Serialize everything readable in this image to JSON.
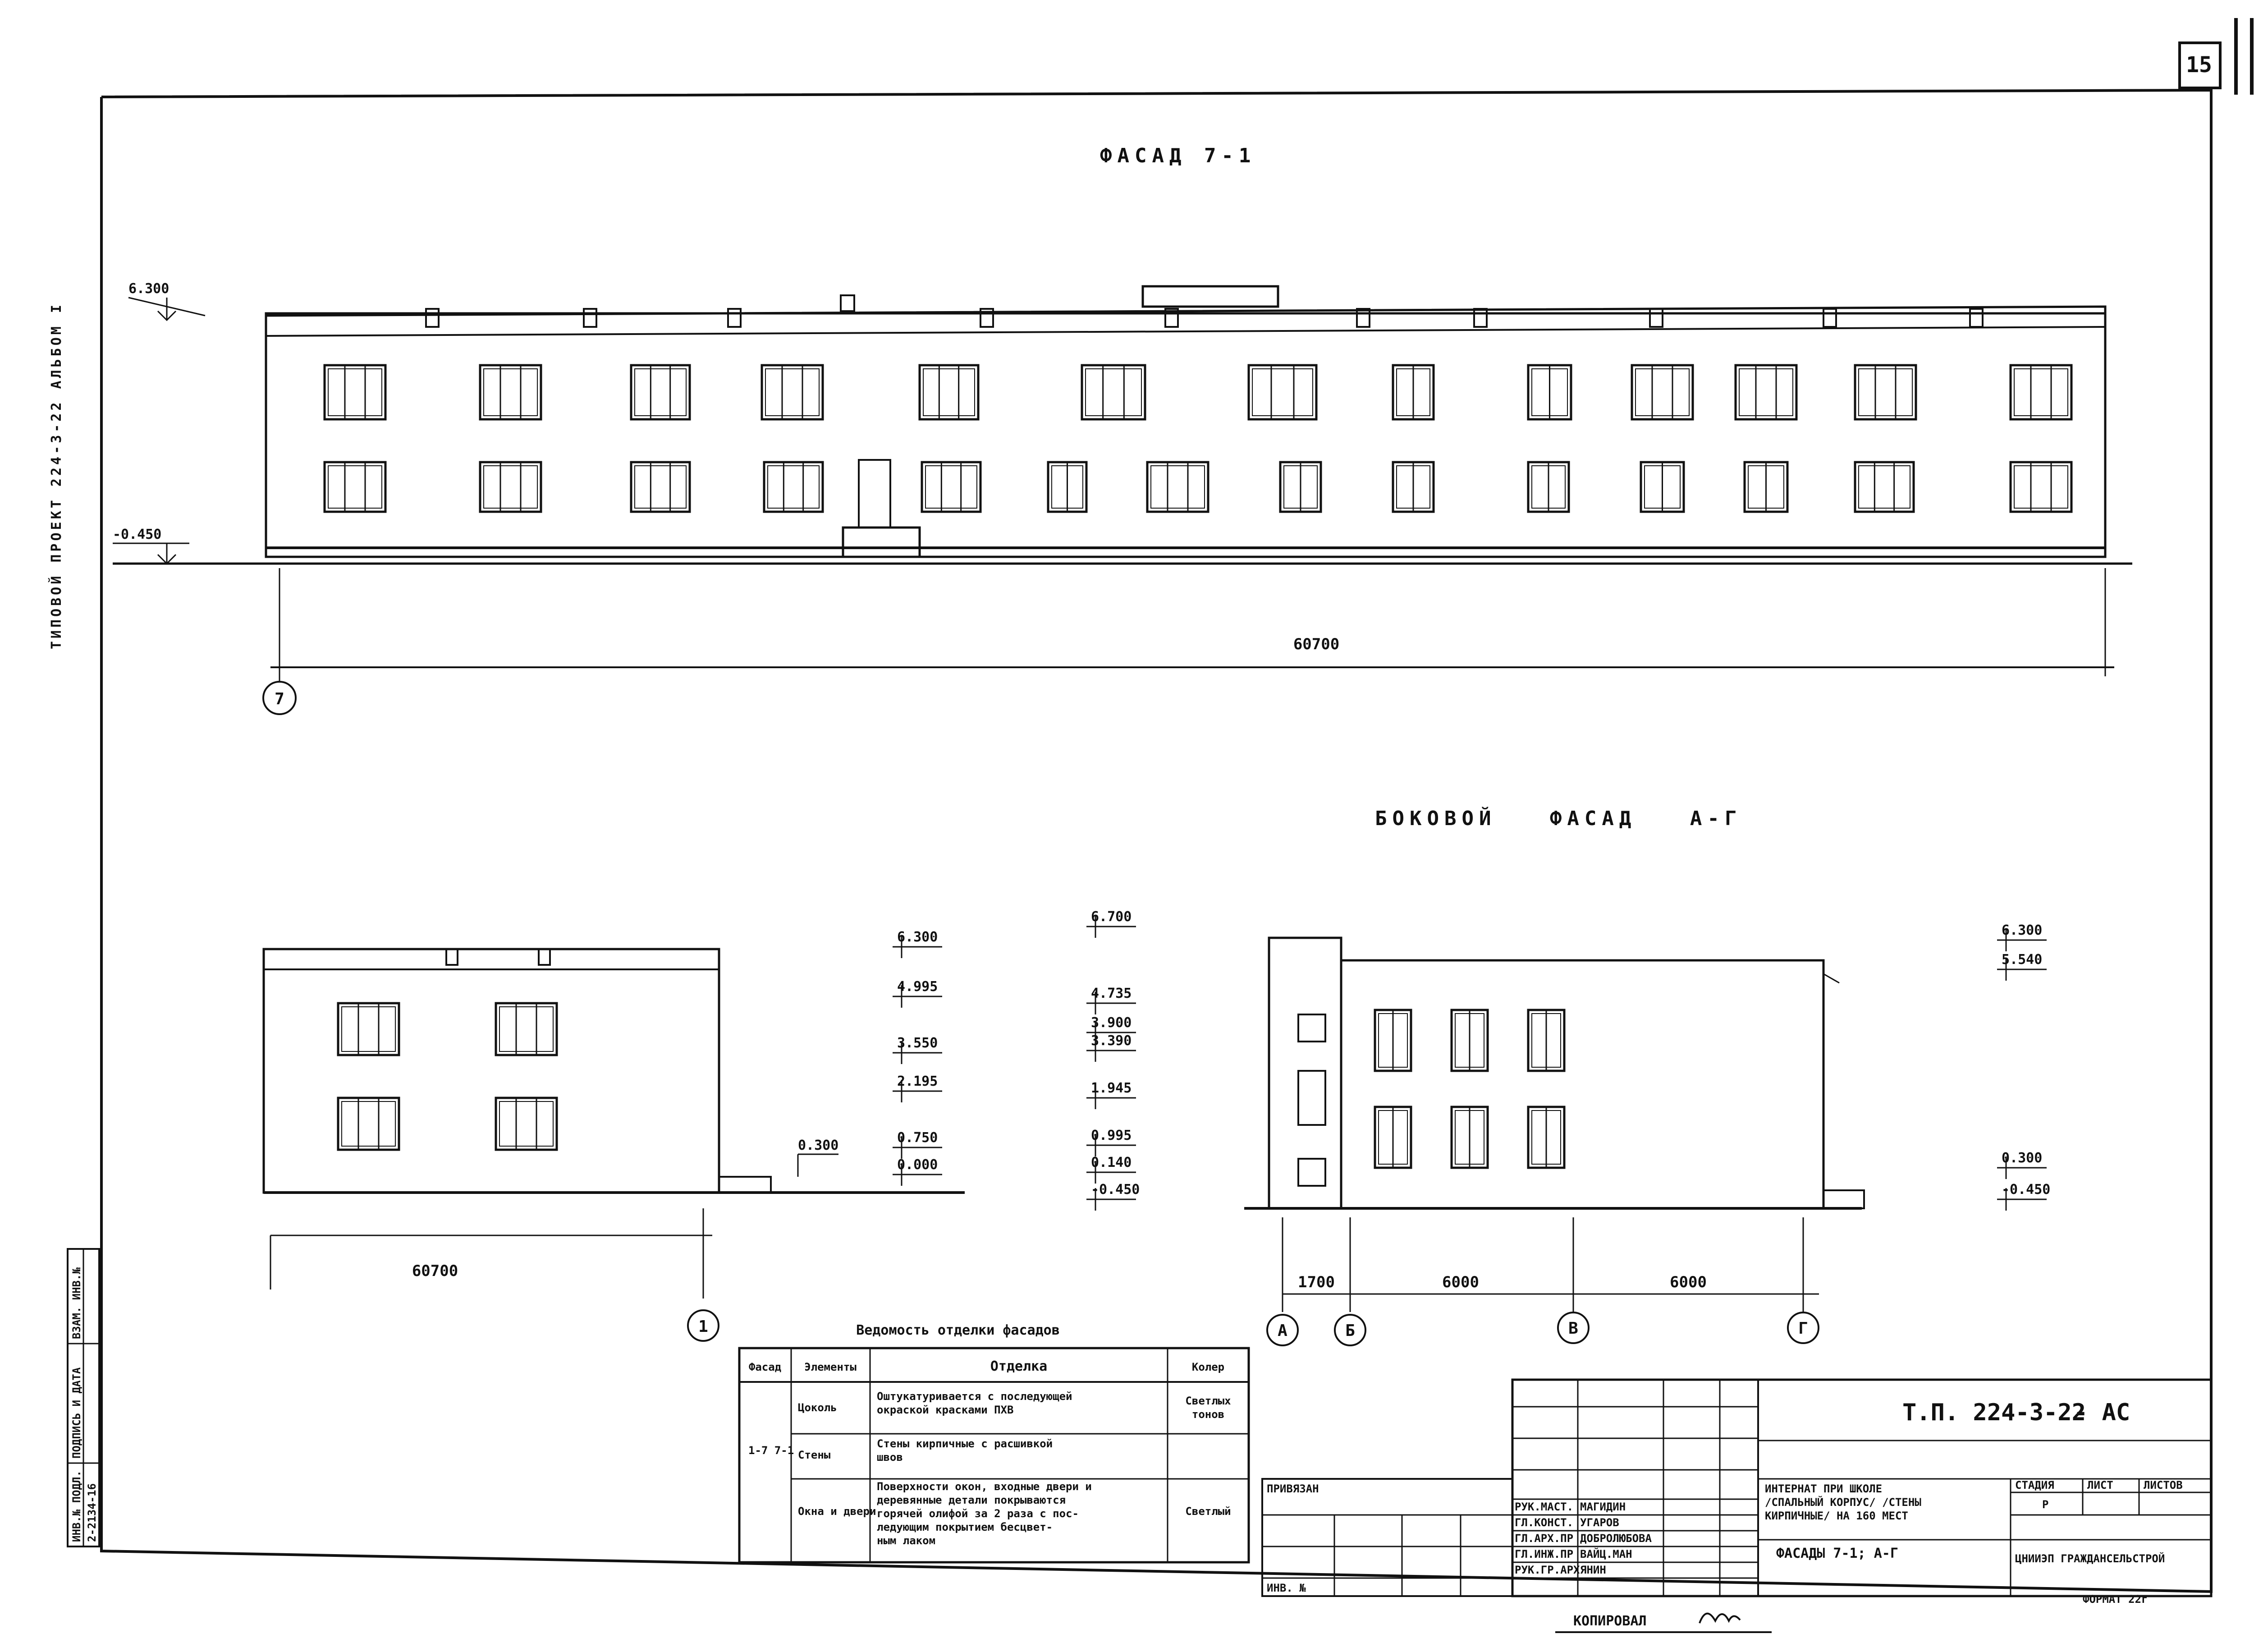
{
  "sheet_number": "15",
  "side_title": "ТИПОВОЙ ПРОЕКТ 224-3-22 АЛЬБОМ I",
  "facade_main": {
    "title": "ФАСАД 7-1",
    "level_top": "6.300",
    "level_bottom": "-0.450",
    "overall_dim": "60700",
    "axis": "7"
  },
  "side_facade": {
    "title": "БОКОВОЙ ФАСАД А-Г",
    "left_dim": "60700",
    "left_axis": "1",
    "levels_left": [
      "6.300",
      "4.995",
      "3.550",
      "2.195",
      "0.750",
      "0.000"
    ],
    "level_plinth": "0.300",
    "levels_stair": [
      "6.700",
      "4.735",
      "3.900",
      "3.390",
      "1.945",
      "0.995",
      "0.140",
      "-0.450"
    ],
    "levels_right": [
      "6.300",
      "5.540",
      "0.300",
      "-0.450"
    ],
    "dims": [
      "1700",
      "6000",
      "6000"
    ],
    "axes": [
      "А",
      "Б",
      "В",
      "Г"
    ]
  },
  "finish_table": {
    "title": "Ведомость отделки фасадов",
    "headers": [
      "Фасад",
      "Элементы",
      "Отделка",
      "Колер"
    ],
    "facade_ref": "1-7  7-1",
    "rows": [
      {
        "element": "Цоколь",
        "finish": [
          "Оштукатуривается с последующей",
          "окраской красками ПХВ"
        ],
        "color": [
          "Светлых",
          "тонов"
        ]
      },
      {
        "element": "Стены",
        "finish": [
          "Стены кирпичные с расшивкой",
          "швов"
        ],
        "color": [
          ""
        ]
      },
      {
        "element": "Окна и двери",
        "finish": [
          "Поверхности окон, входные двери и",
          "деревянные детали покрываются",
          "горячей олифой за 2 раза с пос-",
          "ледующим покрытием бесцвет-",
          "ным лаком"
        ],
        "color": [
          "Светлый"
        ]
      }
    ]
  },
  "stamp": {
    "doc_code": "Т.П. 224-3-22",
    "mark": "- АС",
    "privyazan": "ПРИВЯЗАН",
    "inv": "ИНВ. №",
    "roles": [
      {
        "role": "РУК.МАСТ.",
        "name": "МАГИДИН"
      },
      {
        "role": "ГЛ.КОНСТ.",
        "name": "УГАРОВ"
      },
      {
        "role": "ГЛ.АРХ.ПР",
        "name": "ДОБРОЛЮБОВА"
      },
      {
        "role": "ГЛ.ИНЖ.ПР",
        "name": "ВАЙЦ.МАН"
      },
      {
        "role": "РУК.ГР.АРХ",
        "name": "ЯНИН"
      }
    ],
    "project_name": [
      "ИНТЕРНАТ ПРИ ШКОЛЕ",
      "/СПАЛЬНЫЙ КОРПУС/ /СТЕНЫ",
      "КИРПИЧНЫЕ/ НА 160 МЕСТ"
    ],
    "sheet_title": "ФАСАДЫ 7-1; А-Г",
    "stage_headers": [
      "СТАДИЯ",
      "ЛИСТ",
      "ЛИСТОВ"
    ],
    "stage": "Р",
    "org": "ЦНИИЭП ГРАЖДАНСЕЛЬСТРОЙ"
  },
  "left_strip": [
    "ИНВ.№ ПОДЛ.",
    "ПОДПИСЬ И ДАТА",
    "ВЗАМ. ИНВ.№"
  ],
  "left_strip_num": "2-2134-16",
  "copied_label": "КОПИРОВАЛ",
  "format_label": "ФОРМАТ 22г"
}
